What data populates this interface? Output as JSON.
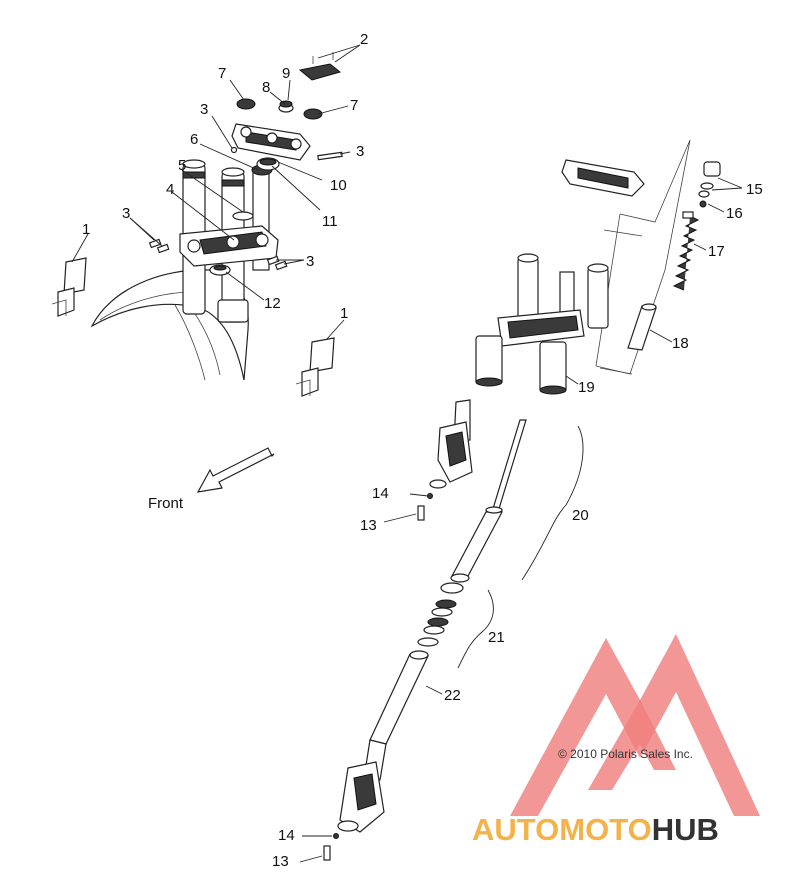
{
  "diagram": {
    "copyright": "© 2010 Polaris Sales Inc.",
    "direction_label": "Front",
    "callouts": [
      "1",
      "2",
      "3",
      "4",
      "5",
      "6",
      "7",
      "8",
      "9",
      "10",
      "11",
      "12",
      "13",
      "14",
      "15",
      "16",
      "17",
      "18",
      "19",
      "20",
      "21",
      "22"
    ]
  },
  "watermark": {
    "brand_part1": "AUTOMOTO",
    "brand_part2": "HUB",
    "color_primary": "#f07f7f",
    "color_secondary": "#f4b34a",
    "color_dark": "#333333"
  }
}
